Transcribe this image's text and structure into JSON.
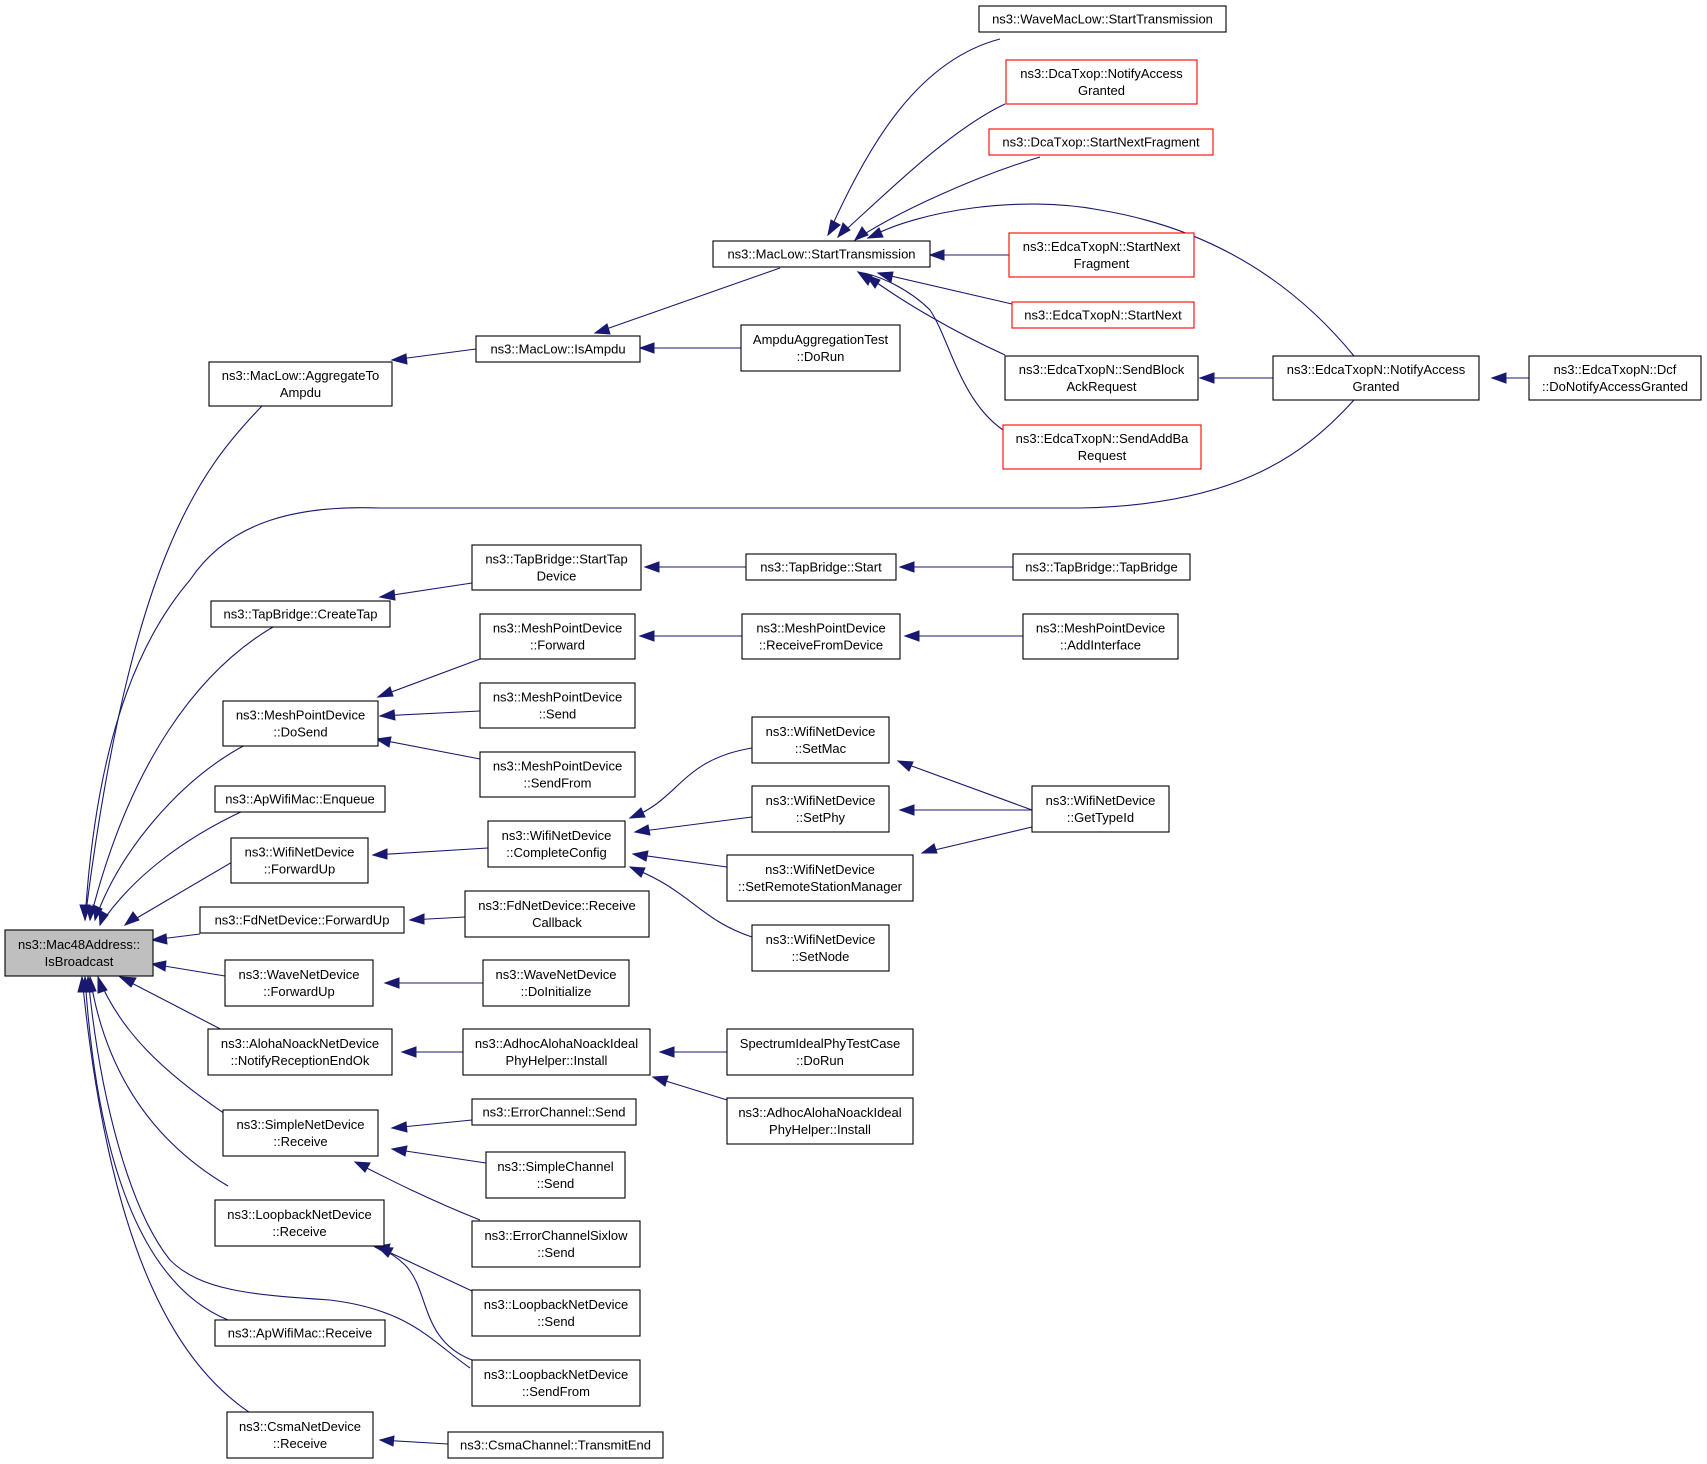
{
  "colors": {
    "edge": "#191970",
    "node_border": "#000000",
    "truncated_border": "#ff0000",
    "root_fill": "#bfbfbf"
  },
  "nodes": [
    {
      "id": "root",
      "lines": [
        "ns3::Mac48Address::",
        "IsBroadcast"
      ]
    },
    {
      "id": "aggregate",
      "lines": [
        "ns3::MacLow::AggregateTo",
        "Ampdu"
      ]
    },
    {
      "id": "isampdu",
      "lines": [
        "ns3::MacLow::IsAmpdu"
      ]
    },
    {
      "id": "starttx",
      "lines": [
        "ns3::MacLow::StartTransmission"
      ]
    },
    {
      "id": "wavemaclow",
      "lines": [
        "ns3::WaveMacLow::StartTransmission"
      ]
    },
    {
      "id": "dcanotify",
      "lines": [
        "ns3::DcaTxop::NotifyAccess",
        "Granted"
      ]
    },
    {
      "id": "dcanext",
      "lines": [
        "ns3::DcaTxop::StartNextFragment"
      ]
    },
    {
      "id": "edcanextfrag",
      "lines": [
        "ns3::EdcaTxopN::StartNext",
        "Fragment"
      ]
    },
    {
      "id": "edcanext",
      "lines": [
        "ns3::EdcaTxopN::StartNext"
      ]
    },
    {
      "id": "sendblock",
      "lines": [
        "ns3::EdcaTxopN::SendBlock",
        "AckRequest"
      ]
    },
    {
      "id": "sendaddba",
      "lines": [
        "ns3::EdcaTxopN::SendAddBa",
        "Request"
      ]
    },
    {
      "id": "edcanotify",
      "lines": [
        "ns3::EdcaTxopN::NotifyAccess",
        "Granted"
      ]
    },
    {
      "id": "edcadcf",
      "lines": [
        "ns3::EdcaTxopN::Dcf",
        "::DoNotifyAccessGranted"
      ]
    },
    {
      "id": "ampdutest",
      "lines": [
        "AmpduAggregationTest",
        "::DoRun"
      ]
    },
    {
      "id": "createtap",
      "lines": [
        "ns3::TapBridge::CreateTap"
      ]
    },
    {
      "id": "starttap",
      "lines": [
        "ns3::TapBridge::StartTap",
        "Device"
      ]
    },
    {
      "id": "tapstart",
      "lines": [
        "ns3::TapBridge::Start"
      ]
    },
    {
      "id": "tapbridge",
      "lines": [
        "ns3::TapBridge::TapBridge"
      ]
    },
    {
      "id": "meshdosend",
      "lines": [
        "ns3::MeshPointDevice",
        "::DoSend"
      ]
    },
    {
      "id": "meshforward",
      "lines": [
        "ns3::MeshPointDevice",
        "::Forward"
      ]
    },
    {
      "id": "meshsend",
      "lines": [
        "ns3::MeshPointDevice",
        "::Send"
      ]
    },
    {
      "id": "meshsendfrom",
      "lines": [
        "ns3::MeshPointDevice",
        "::SendFrom"
      ]
    },
    {
      "id": "meshrecv",
      "lines": [
        "ns3::MeshPointDevice",
        "::ReceiveFromDevice"
      ]
    },
    {
      "id": "meshaddif",
      "lines": [
        "ns3::MeshPointDevice",
        "::AddInterface"
      ]
    },
    {
      "id": "apenqueue",
      "lines": [
        "ns3::ApWifiMac::Enqueue"
      ]
    },
    {
      "id": "wififwd",
      "lines": [
        "ns3::WifiNetDevice",
        "::ForwardUp"
      ]
    },
    {
      "id": "completecfg",
      "lines": [
        "ns3::WifiNetDevice",
        "::CompleteConfig"
      ]
    },
    {
      "id": "setmac",
      "lines": [
        "ns3::WifiNetDevice",
        "::SetMac"
      ]
    },
    {
      "id": "setphy",
      "lines": [
        "ns3::WifiNetDevice",
        "::SetPhy"
      ]
    },
    {
      "id": "setrsm",
      "lines": [
        "ns3::WifiNetDevice",
        "::SetRemoteStationManager"
      ]
    },
    {
      "id": "setnode",
      "lines": [
        "ns3::WifiNetDevice",
        "::SetNode"
      ]
    },
    {
      "id": "gettypeid",
      "lines": [
        "ns3::WifiNetDevice",
        "::GetTypeId"
      ]
    },
    {
      "id": "fdfwd",
      "lines": [
        "ns3::FdNetDevice::ForwardUp"
      ]
    },
    {
      "id": "fdrecv",
      "lines": [
        "ns3::FdNetDevice::Receive",
        "Callback"
      ]
    },
    {
      "id": "wavefwd",
      "lines": [
        "ns3::WaveNetDevice",
        "::ForwardUp"
      ]
    },
    {
      "id": "waveinit",
      "lines": [
        "ns3::WaveNetDevice",
        "::DoInitialize"
      ]
    },
    {
      "id": "aloha",
      "lines": [
        "ns3::AlohaNoackNetDevice",
        "::NotifyReceptionEndOk"
      ]
    },
    {
      "id": "adhoc1",
      "lines": [
        "ns3::AdhocAlohaNoackIdeal",
        "PhyHelper::Install"
      ]
    },
    {
      "id": "spectrum",
      "lines": [
        "SpectrumIdealPhyTestCase",
        "::DoRun"
      ]
    },
    {
      "id": "adhoc2",
      "lines": [
        "ns3::AdhocAlohaNoackIdeal",
        "PhyHelper::Install"
      ]
    },
    {
      "id": "simplerecv",
      "lines": [
        "ns3::SimpleNetDevice",
        "::Receive"
      ]
    },
    {
      "id": "errsend",
      "lines": [
        "ns3::ErrorChannel::Send"
      ]
    },
    {
      "id": "simplesend",
      "lines": [
        "ns3::SimpleChannel",
        "::Send"
      ]
    },
    {
      "id": "errsixlow",
      "lines": [
        "ns3::ErrorChannelSixlow",
        "::Send"
      ]
    },
    {
      "id": "looprecv",
      "lines": [
        "ns3::LoopbackNetDevice",
        "::Receive"
      ]
    },
    {
      "id": "loopsend",
      "lines": [
        "ns3::LoopbackNetDevice",
        "::Send"
      ]
    },
    {
      "id": "loopsendfrom",
      "lines": [
        "ns3::LoopbackNetDevice",
        "::SendFrom"
      ]
    },
    {
      "id": "aprecv",
      "lines": [
        "ns3::ApWifiMac::Receive"
      ]
    },
    {
      "id": "csmarecv",
      "lines": [
        "ns3::CsmaNetDevice",
        "::Receive"
      ]
    },
    {
      "id": "csmatx",
      "lines": [
        "ns3::CsmaChannel::TransmitEnd"
      ]
    }
  ]
}
